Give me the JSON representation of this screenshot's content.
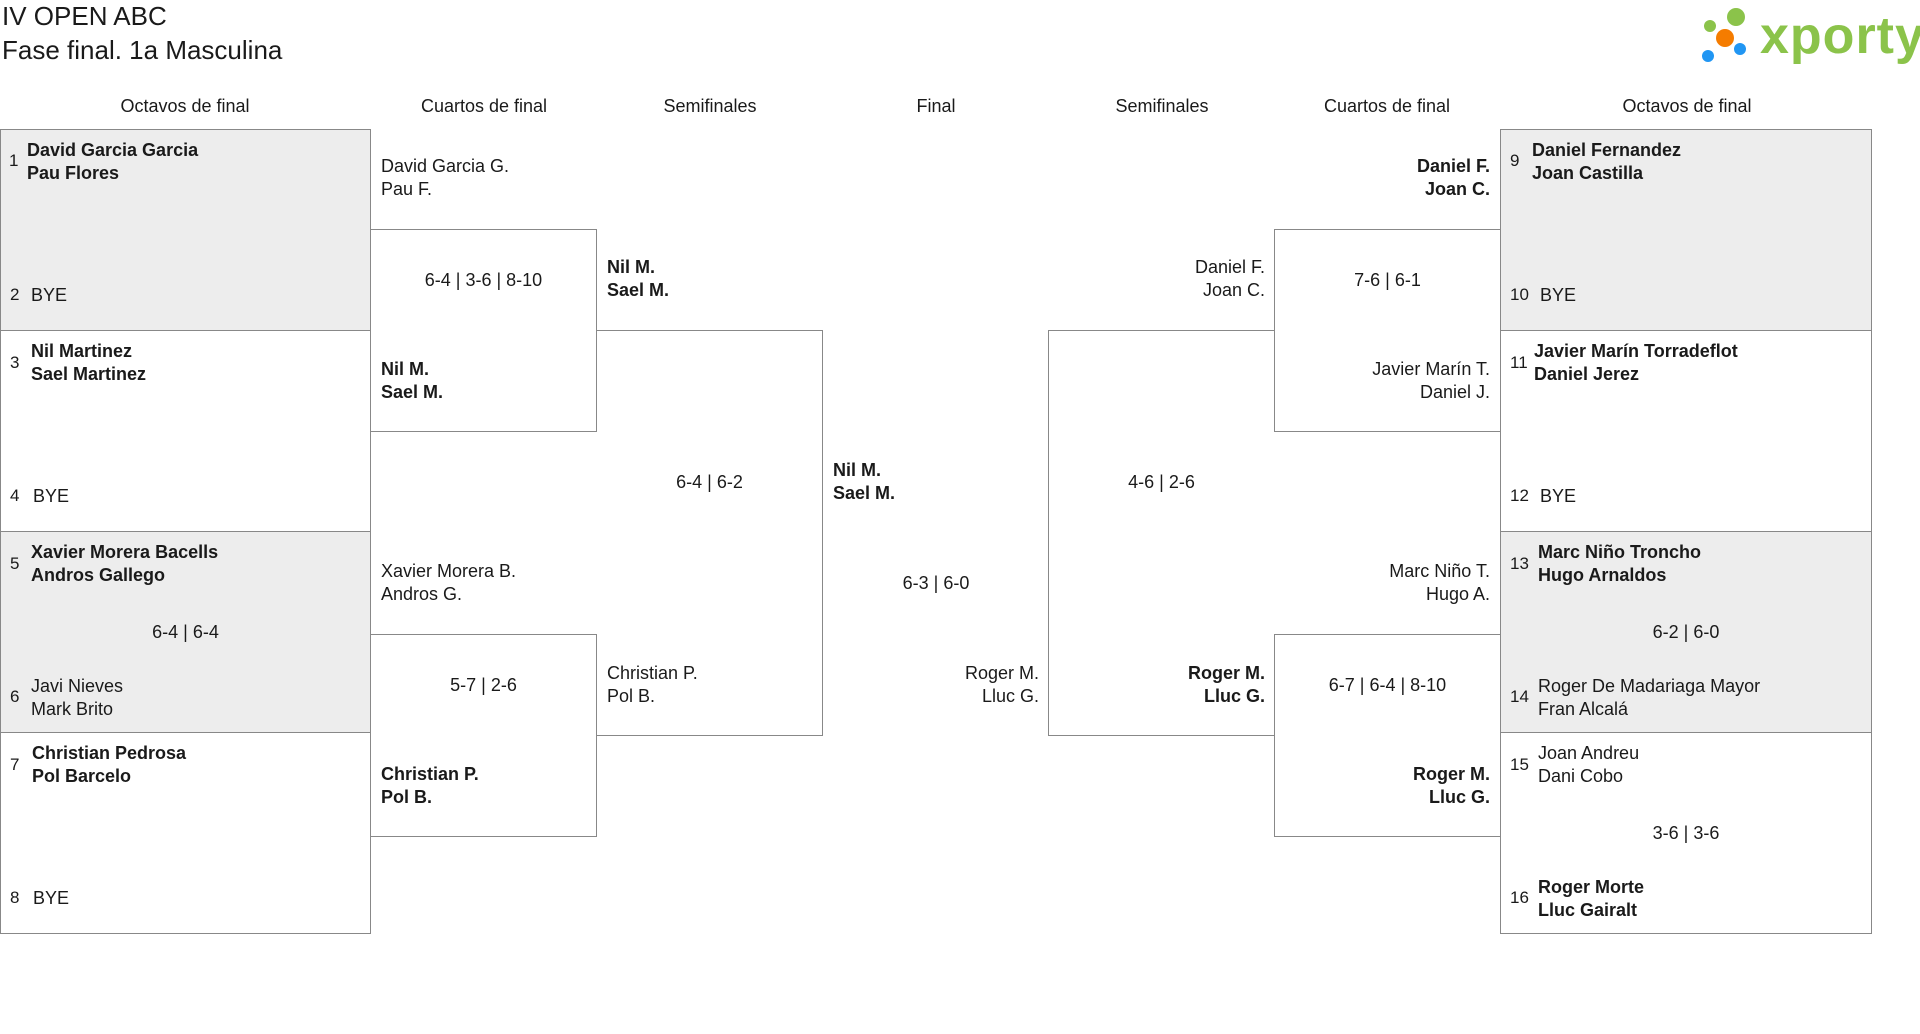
{
  "header": {
    "title": "IV OPEN ABC",
    "subtitle": "Fase final. 1a Masculina",
    "logo_text": "xporty"
  },
  "rounds": {
    "r16_left": "Octavos de final",
    "qf_left": "Cuartos de final",
    "sf_left": "Semifinales",
    "final": "Final",
    "sf_right": "Semifinales",
    "qf_right": "Cuartos de final",
    "r16_right": "Octavos de final"
  },
  "left_r16": [
    {
      "seed_a": "1",
      "a1": "David Garcia Garcia",
      "a2": "Pau Flores",
      "seed_b": "2",
      "b1": "BYE",
      "b2": "",
      "score": ""
    },
    {
      "seed_a": "3",
      "a1": "Nil Martinez",
      "a2": "Sael Martinez",
      "seed_b": "4",
      "b1": "BYE",
      "b2": "",
      "score": ""
    },
    {
      "seed_a": "5",
      "a1": "Xavier Morera Bacells",
      "a2": "Andros Gallego",
      "seed_b": "6",
      "b1": "Javi Nieves",
      "b2": "Mark Brito",
      "score": "6-4 | 6-4"
    },
    {
      "seed_a": "7",
      "a1": "Christian Pedrosa",
      "a2": "Pol Barcelo",
      "seed_b": "8",
      "b1": "BYE",
      "b2": "",
      "score": ""
    }
  ],
  "right_r16": [
    {
      "seed_a": "9",
      "a1": "Daniel Fernandez",
      "a2": "Joan Castilla",
      "seed_b": "10",
      "b1": "BYE",
      "b2": "",
      "score": ""
    },
    {
      "seed_a": "11",
      "a1": "Javier Marín Torradeflot",
      "a2": "Daniel Jerez",
      "seed_b": "12",
      "b1": "BYE",
      "b2": "",
      "score": ""
    },
    {
      "seed_a": "13",
      "a1": "Marc Niño Troncho",
      "a2": "Hugo Arnaldos",
      "seed_b": "14",
      "b1": "Roger De Madariaga Mayor",
      "b2": "Fran Alcalá",
      "score": "6-2 | 6-0"
    },
    {
      "seed_a": "15",
      "a1": "Joan Andreu",
      "a2": "Dani Cobo",
      "seed_b": "16",
      "b1": "Roger Morte",
      "b2": "Lluc Gairalt",
      "score": "3-6 | 3-6"
    }
  ],
  "left_qf": [
    {
      "a1": "David Garcia G.",
      "a2": "Pau F.",
      "b1": "Nil M.",
      "b2": "Sael M.",
      "score": "6-4 | 3-6 | 8-10"
    },
    {
      "a1": "Xavier Morera B.",
      "a2": "Andros G.",
      "b1": "Christian P.",
      "b2": "Pol B.",
      "score": "5-7 | 2-6"
    }
  ],
  "right_qf": [
    {
      "a1": "Daniel F.",
      "a2": "Joan C.",
      "b1": "Javier Marín T.",
      "b2": "Daniel J.",
      "score": "7-6 | 6-1"
    },
    {
      "a1": "Marc Niño T.",
      "a2": "Hugo A.",
      "b1": "Roger M.",
      "b2": "Lluc G.",
      "score": "6-7 | 6-4 | 8-10"
    }
  ],
  "left_sf": {
    "a1": "Nil M.",
    "a2": "Sael M.",
    "b1": "Christian P.",
    "b2": "Pol B.",
    "score": "6-4 | 6-2"
  },
  "right_sf": {
    "a1": "Daniel F.",
    "a2": "Joan C.",
    "b1": "Roger M.",
    "b2": "Lluc G.",
    "score": "4-6 | 2-6"
  },
  "final": {
    "a1": "Nil M.",
    "a2": "Sael M.",
    "b1": "Roger M.",
    "b2": "Lluc G.",
    "score": "6-3 | 6-0"
  }
}
